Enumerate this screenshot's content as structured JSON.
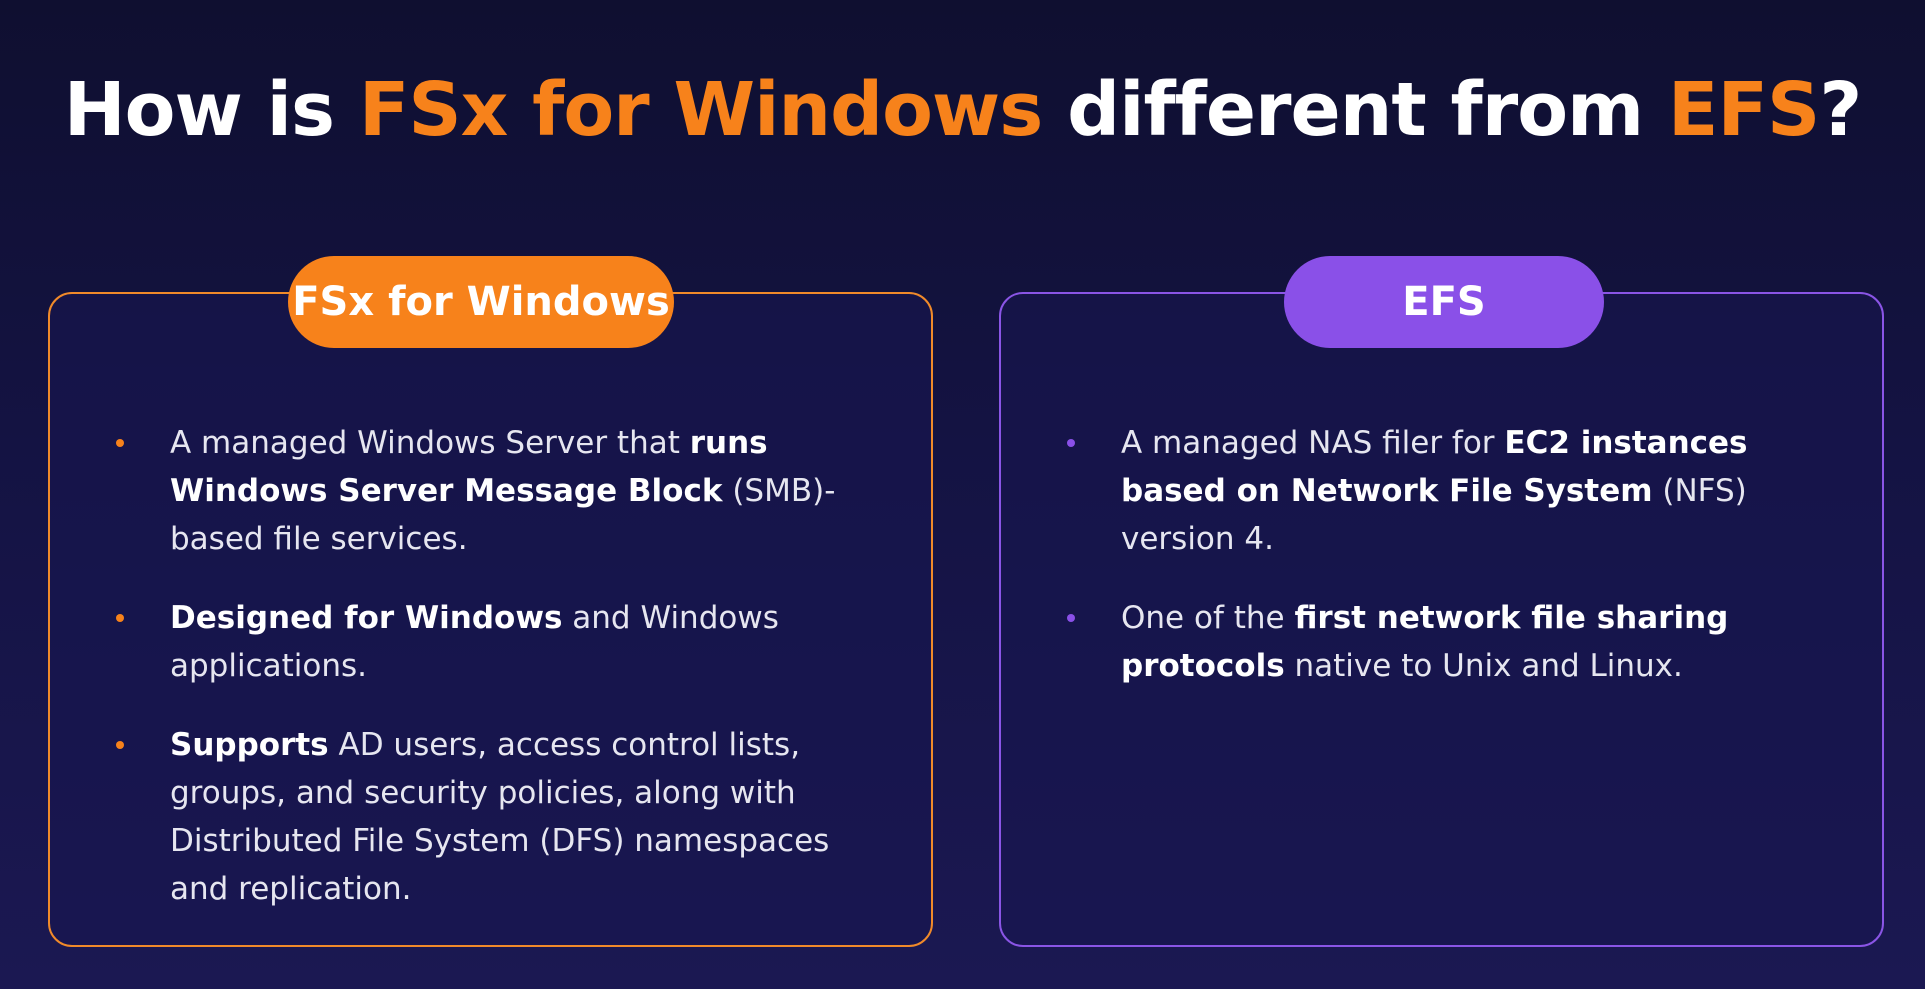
{
  "title": {
    "part1": "How is ",
    "accent1": "FSx for Windows",
    "part2": " different from ",
    "accent2": "EFS",
    "part3": "?"
  },
  "colors": {
    "accent_orange": "#f7821b",
    "accent_purple": "#8a50e8",
    "background": "#141343"
  },
  "left_card": {
    "label": "FSx for Windows",
    "items": [
      {
        "t1": "A managed Windows Server that ",
        "b1": "runs Windows Server Message Block",
        "t2": " (SMB)-based file services."
      },
      {
        "b1": "Designed for Windows",
        "t1": " and Windows applications."
      },
      {
        "b1": "Supports",
        "t1": " AD users, access control lists, groups, and security policies, along with Distributed File System (DFS) namespaces and replication."
      }
    ]
  },
  "right_card": {
    "label": "EFS",
    "items": [
      {
        "t1": "A managed NAS filer for ",
        "b1": "EC2 instances based on Network File System",
        "t2": " (NFS) version 4."
      },
      {
        "t1": "One of the ",
        "b1": "first network file sharing protocols",
        "t2": " native to Unix and Linux."
      }
    ]
  }
}
